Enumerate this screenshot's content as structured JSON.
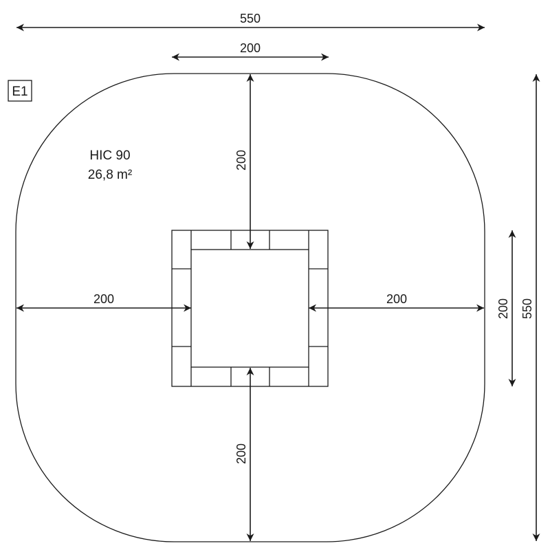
{
  "tag": "E1",
  "surface": {
    "type": "HIC 90",
    "area": "26,8 m²"
  },
  "dimensions": {
    "overall_width": "550",
    "overall_height": "550",
    "top_clearance_width": "200",
    "top_clearance": "200",
    "bottom_clearance": "200",
    "left_clearance": "200",
    "right_clearance": "200",
    "frame_height": "200"
  },
  "colors": {
    "line": "#1a1a1a",
    "background": "#ffffff"
  }
}
